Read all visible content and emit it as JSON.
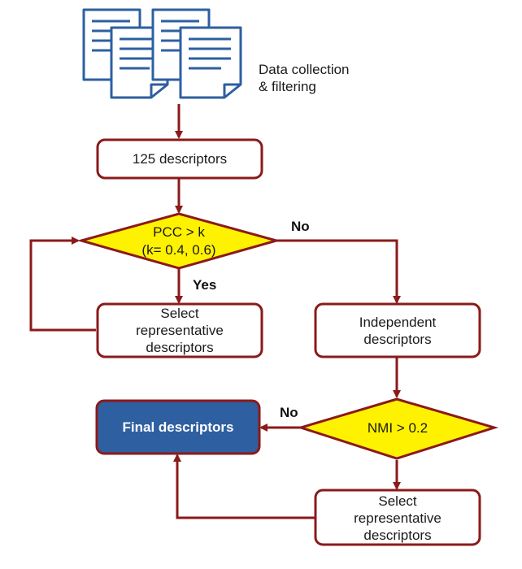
{
  "colors": {
    "border": "#8B1A1A",
    "arrow": "#8B1A1A",
    "decision_fill": "#FFF200",
    "final_fill": "#2E5FA1",
    "final_border": "#8B1A1A",
    "doc_stroke": "#2E5FA1"
  },
  "icon": "document-stack-icon",
  "data_collection": {
    "line1": "Data collection",
    "line2": "& filtering"
  },
  "box_descriptors": {
    "label": "125 descriptors"
  },
  "decision_pcc": {
    "line1": "PCC > k",
    "line2": "(k= 0.4, 0.6)"
  },
  "yes_label": "Yes",
  "no_label_pcc": "No",
  "select_left": {
    "line1": "Select",
    "line2": "representative",
    "line3": "descriptors"
  },
  "independent": {
    "line1": "Independent",
    "line2": "descriptors"
  },
  "decision_nmi": {
    "label": "NMI > 0.2"
  },
  "no_label_nmi": "No",
  "final": {
    "label": "Final descriptors"
  },
  "select_right": {
    "line1": "Select",
    "line2": "representative",
    "line3": "descriptors"
  }
}
